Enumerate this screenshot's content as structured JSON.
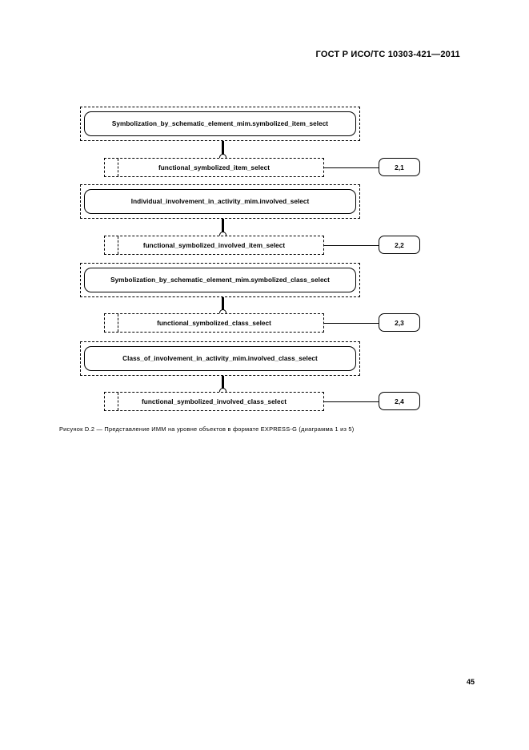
{
  "document": {
    "header": "ГОСТ Р ИСО/ТС 10303-421—2011",
    "page_number": "45"
  },
  "figure": {
    "caption": "Рисунок  D.2 — Представление ИММ на уровне объектов в формате EXPRESS-G (диаграмма 1 из 5)",
    "groups": [
      {
        "entity": "Symbolization_by_schematic_element_mim.symbolized_item_select",
        "select": "functional_symbolized_item_select",
        "page_ref": "2,1"
      },
      {
        "entity": "Individual_involvement_in_activity_mim.involved_select",
        "select": "functional_symbolized_involved_item_select",
        "page_ref": "2,2"
      },
      {
        "entity": "Symbolization_by_schematic_element_mim.symbolized_class_select",
        "select": "functional_symbolized_class_select",
        "page_ref": "2,3"
      },
      {
        "entity": "Class_of_involvement_in_activity_mim.involved_class_select",
        "select": "functional_symbolized_involved_class_select",
        "page_ref": "2,4"
      }
    ]
  },
  "colors": {
    "ink": "#000000",
    "paper": "#ffffff",
    "shadow": "#b8b8b8"
  }
}
